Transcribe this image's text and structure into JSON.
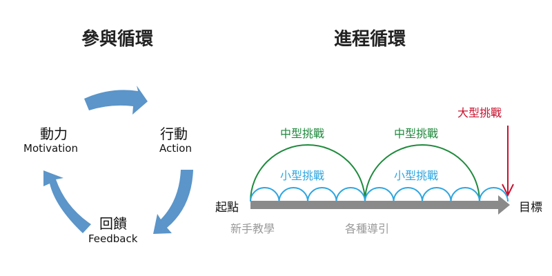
{
  "left_diagram": {
    "title": "參與循環",
    "nodes": [
      {
        "zh": "動力",
        "en": "Motivation"
      },
      {
        "zh": "行動",
        "en": "Action"
      },
      {
        "zh": "回饋",
        "en": "Feedback"
      }
    ],
    "arrow_color": "#5b95c9"
  },
  "right_diagram": {
    "title": "進程循環",
    "start_label": "起點",
    "end_label": "目標",
    "medium_challenge": "中型挑戰",
    "small_challenge": "小型挑戰",
    "large_challenge": "大型挑戰",
    "tutorial_label": "新手教學",
    "guidance_label": "各種導引",
    "colors": {
      "medium": "#1e8a3c",
      "small": "#2ea6e0",
      "large": "#c8102e",
      "bar": "#8a8a8a",
      "sub": "#999999"
    }
  }
}
